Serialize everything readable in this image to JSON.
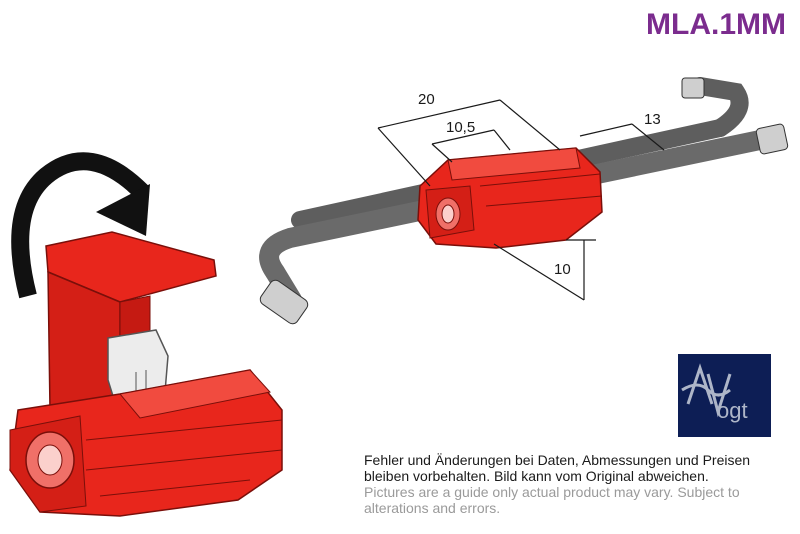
{
  "product_code": "MLA.1MM",
  "dimensions": {
    "length_total": "20",
    "length_inner": "10,5",
    "wire_offset": "13",
    "height": "10"
  },
  "logo": {
    "text": "ogt",
    "background": "#0d1e55"
  },
  "disclaimer": {
    "german": "Fehler und Änderungen bei Daten, Abmessungen und Preisen bleiben vorbehalten. Bild kann vom Original abweichen.",
    "english": "Pictures are a guide only actual product may vary. Subject to alterations and errors."
  },
  "colors": {
    "connector_red": "#e8261c",
    "accent_purple": "#7b2c8e",
    "wire_gray": "#5e5e5e"
  }
}
